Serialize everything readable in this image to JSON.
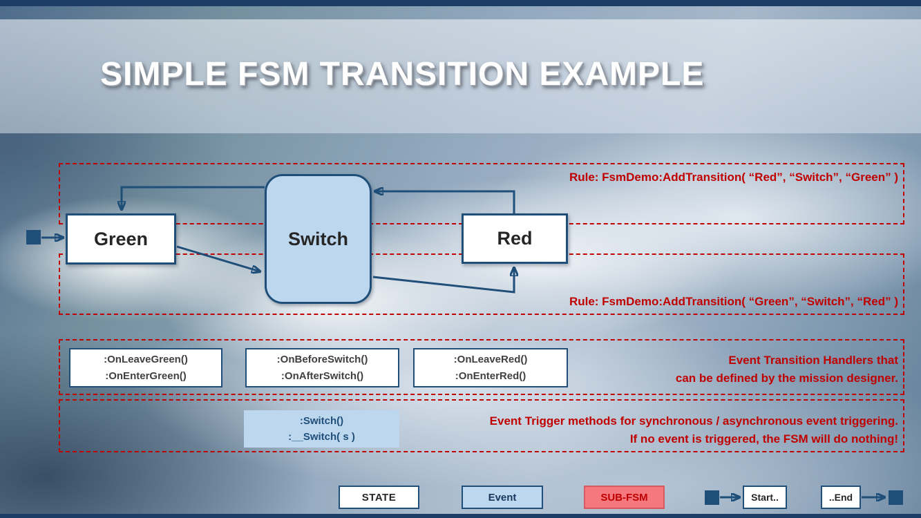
{
  "title": "SIMPLE FSM TRANSITION EXAMPLE",
  "rules": {
    "top": "Rule: FsmDemo:AddTransition( “Red”, “Switch”, “Green” )",
    "bottom": "Rule: FsmDemo:AddTransition( “Green”, “Switch”, “Red” )"
  },
  "states": {
    "green": "Green",
    "switch_event": "Switch",
    "red": "Red"
  },
  "handlers": {
    "green": {
      "line1": ":OnLeaveGreen()",
      "line2": ":OnEnterGreen()"
    },
    "switch": {
      "line1": ":OnBeforeSwitch()",
      "line2": ":OnAfterSwitch()"
    },
    "red": {
      "line1": ":OnLeaveRed()",
      "line2": ":OnEnterRed()"
    },
    "note": {
      "line1": "Event Transition Handlers that",
      "line2": "can be defined by the mission designer."
    }
  },
  "triggers": {
    "line1": ":Switch()",
    "line2": ":__Switch( s )",
    "note": {
      "line1": "Event Trigger methods for synchronous / asynchronous event triggering.",
      "line2": "If no event is triggered, the FSM will do nothing!"
    }
  },
  "legend": {
    "state": "STATE",
    "event": "Event",
    "subfsm": "SUB-FSM",
    "start": "Start..",
    "end": "..End"
  },
  "colors": {
    "navy": "#1F4E79",
    "light_blue": "#BDD7EE",
    "rule_red": "#C00000",
    "subfsm_fill": "#F4787D"
  }
}
